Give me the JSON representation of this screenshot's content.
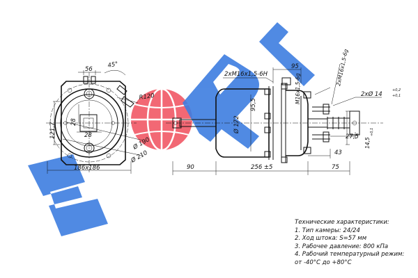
{
  "watermark": {
    "text": "SORL",
    "colors": {
      "blue": "#3d7de0",
      "red": "#f04d5c"
    }
  },
  "dimensions": {
    "angle_45": "45°",
    "w56": "56",
    "r120": "R120",
    "d1217": "121,7",
    "d28a": "28",
    "d28b": "28",
    "dia190": "Ø 190",
    "dia210": "Ø 210",
    "size186": "186x186",
    "thread_m16_6h": "2xM16x1,5-6H",
    "d95": "95",
    "m16_6g_a": "M16x1,5-6g",
    "m16_6g_b": "2xM16x1,5-6g",
    "d955": "95,5",
    "dia172": "Ø 172",
    "d90": "90",
    "d256": "256 ±5",
    "d75": "75",
    "d43": "43",
    "d275": "27,5",
    "d145": "14,5",
    "d145_tol": "+0,1",
    "dia14": "2xØ 14",
    "dia14_tol_top": "+0,2",
    "dia14_tol_bot": "+0,1"
  },
  "specs": {
    "title": "Технические характеристики:",
    "lines": [
      "1. Тип камеры: 24/24",
      "2. Ход штока: S=57 мм",
      "3. Рабочее давление: 800 кПа",
      "4. Рабочий температурный режим:",
      "от -40°С до +80°С"
    ]
  }
}
